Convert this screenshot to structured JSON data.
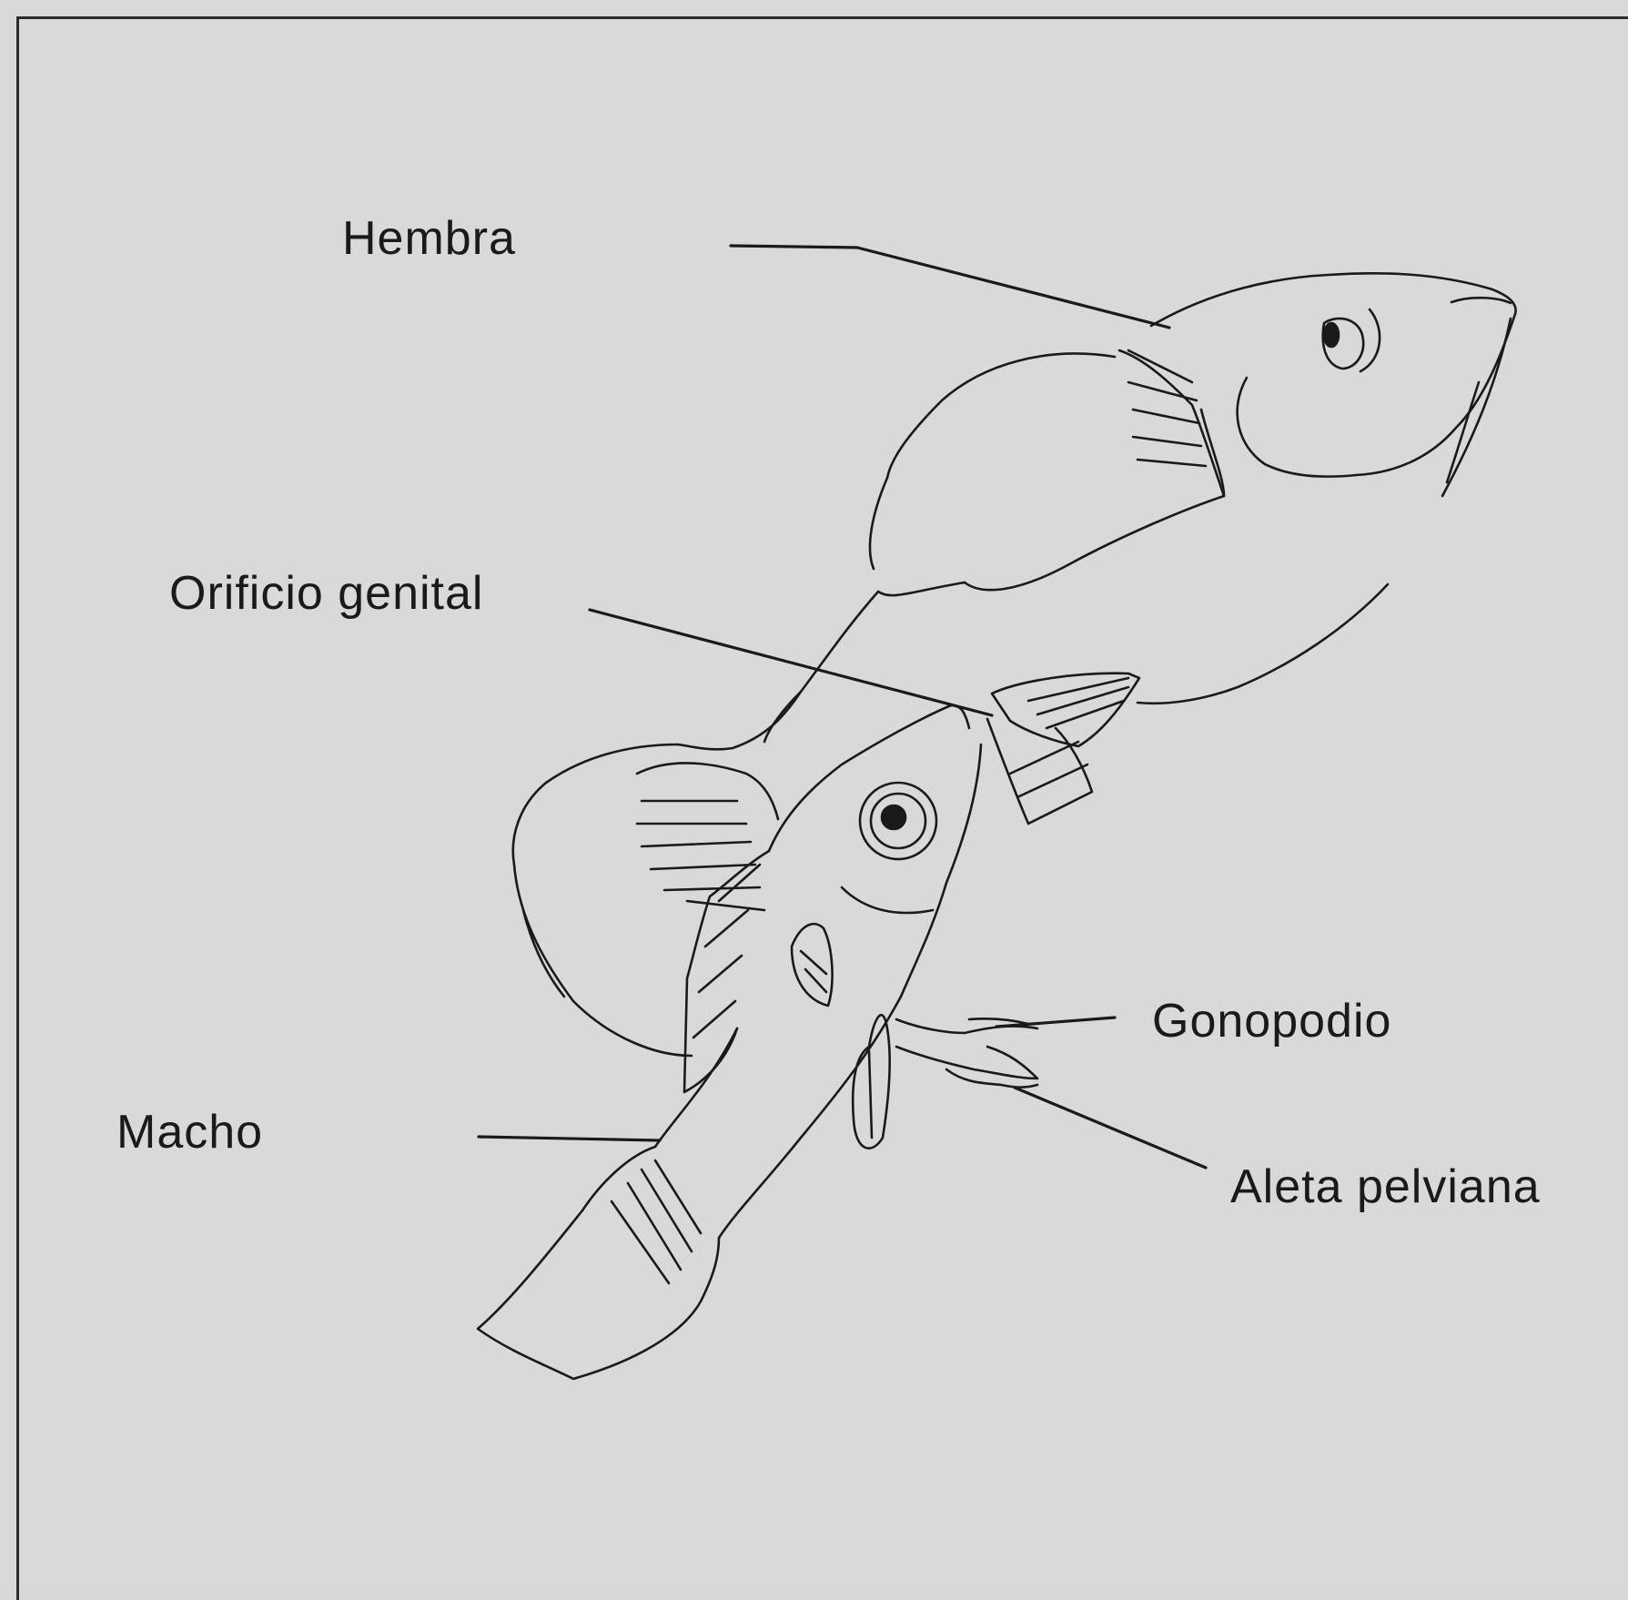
{
  "labels": {
    "hembra": "Hembra",
    "orificio": "Orificio genital",
    "macho": "Macho",
    "gonopodio": "Gonopodio",
    "aleta": "Aleta pelviana"
  }
}
